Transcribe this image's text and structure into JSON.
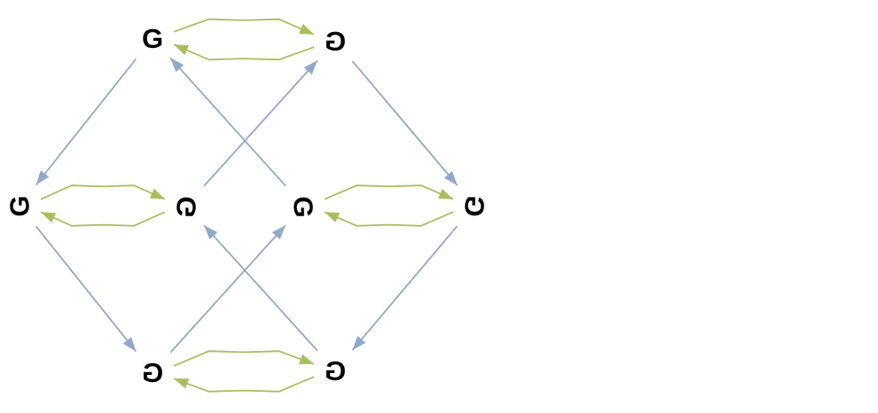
{
  "colors": {
    "generator_a": "#8fa8cb",
    "generator_b": "#a7bf5d"
  },
  "nodes": [
    {
      "id": "n1",
      "label": "G"
    },
    {
      "id": "n2",
      "label": "G"
    },
    {
      "id": "n3",
      "label": "G"
    },
    {
      "id": "n4",
      "label": "G"
    },
    {
      "id": "n5",
      "label": "G"
    },
    {
      "id": "n6",
      "label": "G"
    },
    {
      "id": "n7",
      "label": "G"
    },
    {
      "id": "n8",
      "label": "G"
    }
  ],
  "edges_a": [
    [
      "n1",
      "n3"
    ],
    [
      "n2",
      "n6"
    ],
    [
      "n5",
      "n1"
    ],
    [
      "n4",
      "n2"
    ],
    [
      "n3",
      "n7"
    ],
    [
      "n6",
      "n8"
    ],
    [
      "n7",
      "n5"
    ],
    [
      "n8",
      "n4"
    ]
  ],
  "edges_b": [
    [
      "n1",
      "n2"
    ],
    [
      "n2",
      "n1"
    ],
    [
      "n3",
      "n4"
    ],
    [
      "n4",
      "n3"
    ],
    [
      "n5",
      "n6"
    ],
    [
      "n6",
      "n5"
    ],
    [
      "n7",
      "n8"
    ],
    [
      "n8",
      "n7"
    ]
  ]
}
